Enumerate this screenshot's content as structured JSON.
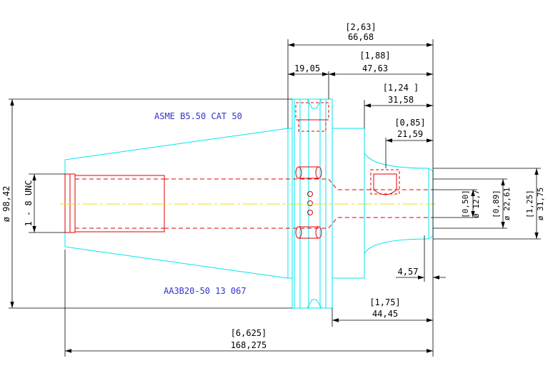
{
  "colors": {
    "outline": "#00e5ee",
    "hidden": "#e00000",
    "centerline": "#e6e600",
    "dimension": "#000000",
    "note": "#3333cc"
  },
  "notes": {
    "standard": "ASME B5.50 CAT 50",
    "part_number": "AA3B20-50 13 067"
  },
  "dimensions": {
    "overall_length_in": "[6,625]",
    "overall_length_mm": "168,275",
    "flange_to_end_in": "[2,63]",
    "flange_to_end_mm": "66,68",
    "flange_width_mm": "19,05",
    "body_to_end_in": "[1,88]",
    "body_to_end_mm": "47,63",
    "neck_to_end_in": "[1,24 ]",
    "neck_to_end_mm": "31,58",
    "slot_to_end_in": "[0,85]",
    "slot_to_end_mm": "21,59",
    "gauge_to_end_in": "[1,75]",
    "gauge_to_end_mm": "44,45",
    "end_offset_mm": "4,57",
    "taper_diameter": "ø 98,42",
    "thread": "1 - 8 UNC",
    "bore_small_in": "[0,50]",
    "bore_small_mm": "ø 12,7",
    "bore_mid_in": "[0,89]",
    "bore_mid_mm": "ø 22,61",
    "bore_large_in": "[1,25]",
    "bore_large_mm": "ø 31,75"
  }
}
